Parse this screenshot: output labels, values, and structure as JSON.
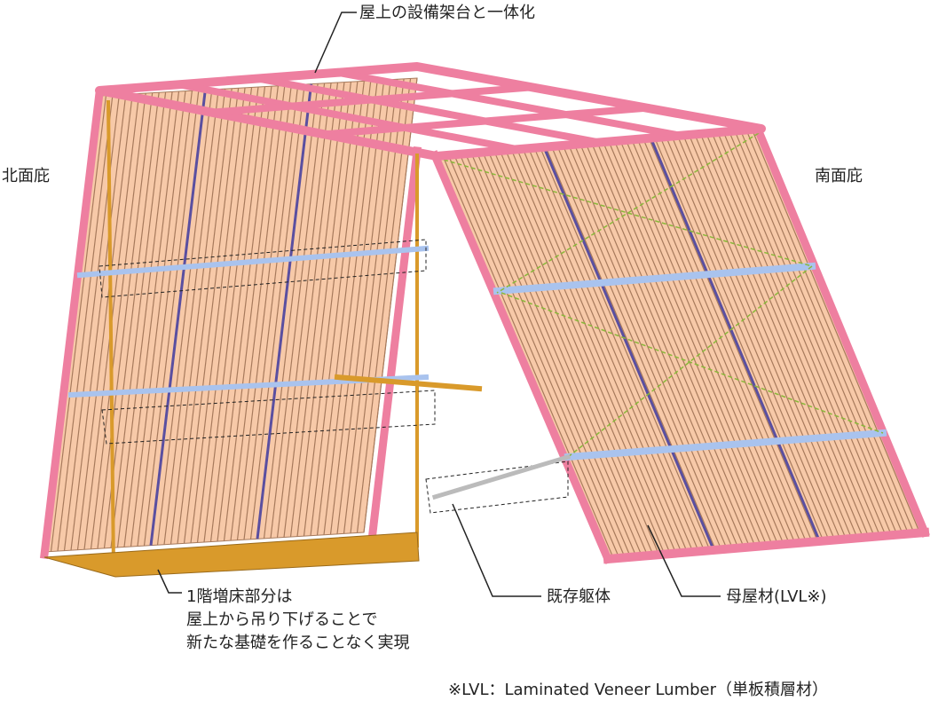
{
  "labels": {
    "roof_integration": "屋上の設備架台と一体化",
    "north_eave": "北面庇",
    "south_eave": "南面庇",
    "first_floor_line1": "1階増床部分は",
    "first_floor_line2": "屋上から吊り下げることで",
    "first_floor_line3": "新たな基礎を作ることなく実現",
    "existing_structure": "既存躯体",
    "purlin": "母屋材(LVL※)"
  },
  "footnote": "※LVL：Laminated Veneer Lumber（単板積層材）",
  "colors": {
    "frame": "#ee7fa0",
    "frame_dark": "#b8466b",
    "slat": "#f7c9a8",
    "slat_line": "#a77a5c",
    "beam_blue": "#a9c3ee",
    "post_gold": "#d99a2b",
    "brace_green": "#8ab83a"
  }
}
